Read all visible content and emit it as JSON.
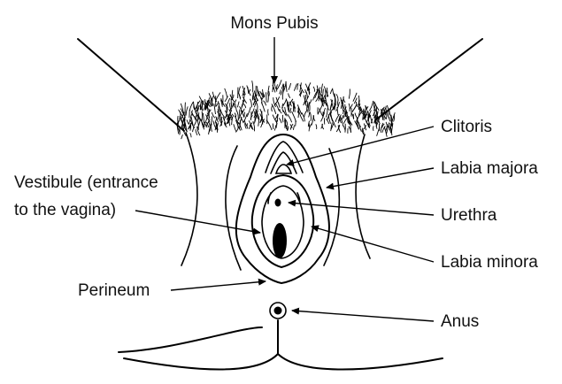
{
  "labels": {
    "mons_pubis": "Mons Pubis",
    "clitoris": "Clitoris",
    "labia_majora": "Labia majora",
    "vestibule_line1": "Vestibule (entrance",
    "vestibule_line2": "to the vagina)",
    "urethra": "Urethra",
    "labia_minora": "Labia minora",
    "perineum": "Perineum",
    "anus": "Anus"
  },
  "colors": {
    "ink": "#000000",
    "background": "#ffffff"
  }
}
